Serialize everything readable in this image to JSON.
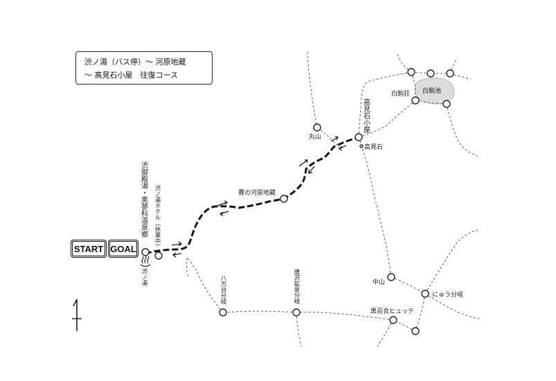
{
  "title": {
    "line1": "渋ノ湯（バス停）〜 河原地蔵",
    "line2": "〜 高見石小屋　往復コース"
  },
  "badges": {
    "start": "START",
    "goal": "GOAL"
  },
  "labels": {
    "shibugoten": "渋御殿湯・奥蓼科温泉郷",
    "shibunoyu_hotel": "渋ノ湯ホテル（休業中）",
    "shibunoyu": "渋ノ湯",
    "sainokawara": "賽の河原地蔵",
    "takamiishi_hut": "高見石小屋",
    "takamiishi": "高見石",
    "maruyama": "丸山",
    "shirakomaso": "白駒荘",
    "shirakoma_pond": "白駒池",
    "happou": "八方台分岐",
    "karasawa": "唐沢鉱泉分岐",
    "nakayama": "中山",
    "nyu": "にゅう分岐",
    "kurobyakuhutte": "黒百合ヒュッテ"
  },
  "icons": {
    "onsen": "hot-spring-icon",
    "north": "north-arrow-icon"
  }
}
